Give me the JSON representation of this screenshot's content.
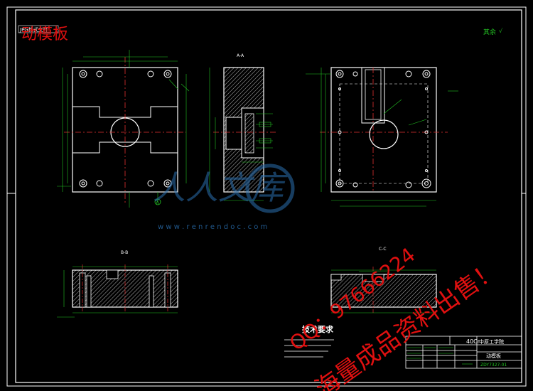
{
  "drawing": {
    "top_left_tag": "JPG格式文件",
    "overlay_title": "动模板",
    "roughness_note": "其余",
    "section_labels": {
      "aa": "A-A",
      "bb": "B-B",
      "cc": "C-C"
    },
    "datum_label": "A",
    "tech_heading": "技术要求",
    "title_block": {
      "material": "40Cr",
      "school": "中原工学院",
      "part_name": "动模板",
      "drawing_no": "ZDY7327-01"
    }
  },
  "watermarks": {
    "site_logo_text": "人人文库",
    "site_url": "w w w . r e n r e n d o c . c o m",
    "qq_line": "QQ：97666224",
    "sale_line": "海量成品资料出售！"
  },
  "colors": {
    "frame": "#ffffff",
    "geometry": "#ffffff",
    "dimension": "#23c323",
    "centerline": "#e03030",
    "hatch": "#b8b8b8",
    "overlay_red": "#e01010",
    "logo_blue": "#2a6fb0"
  }
}
